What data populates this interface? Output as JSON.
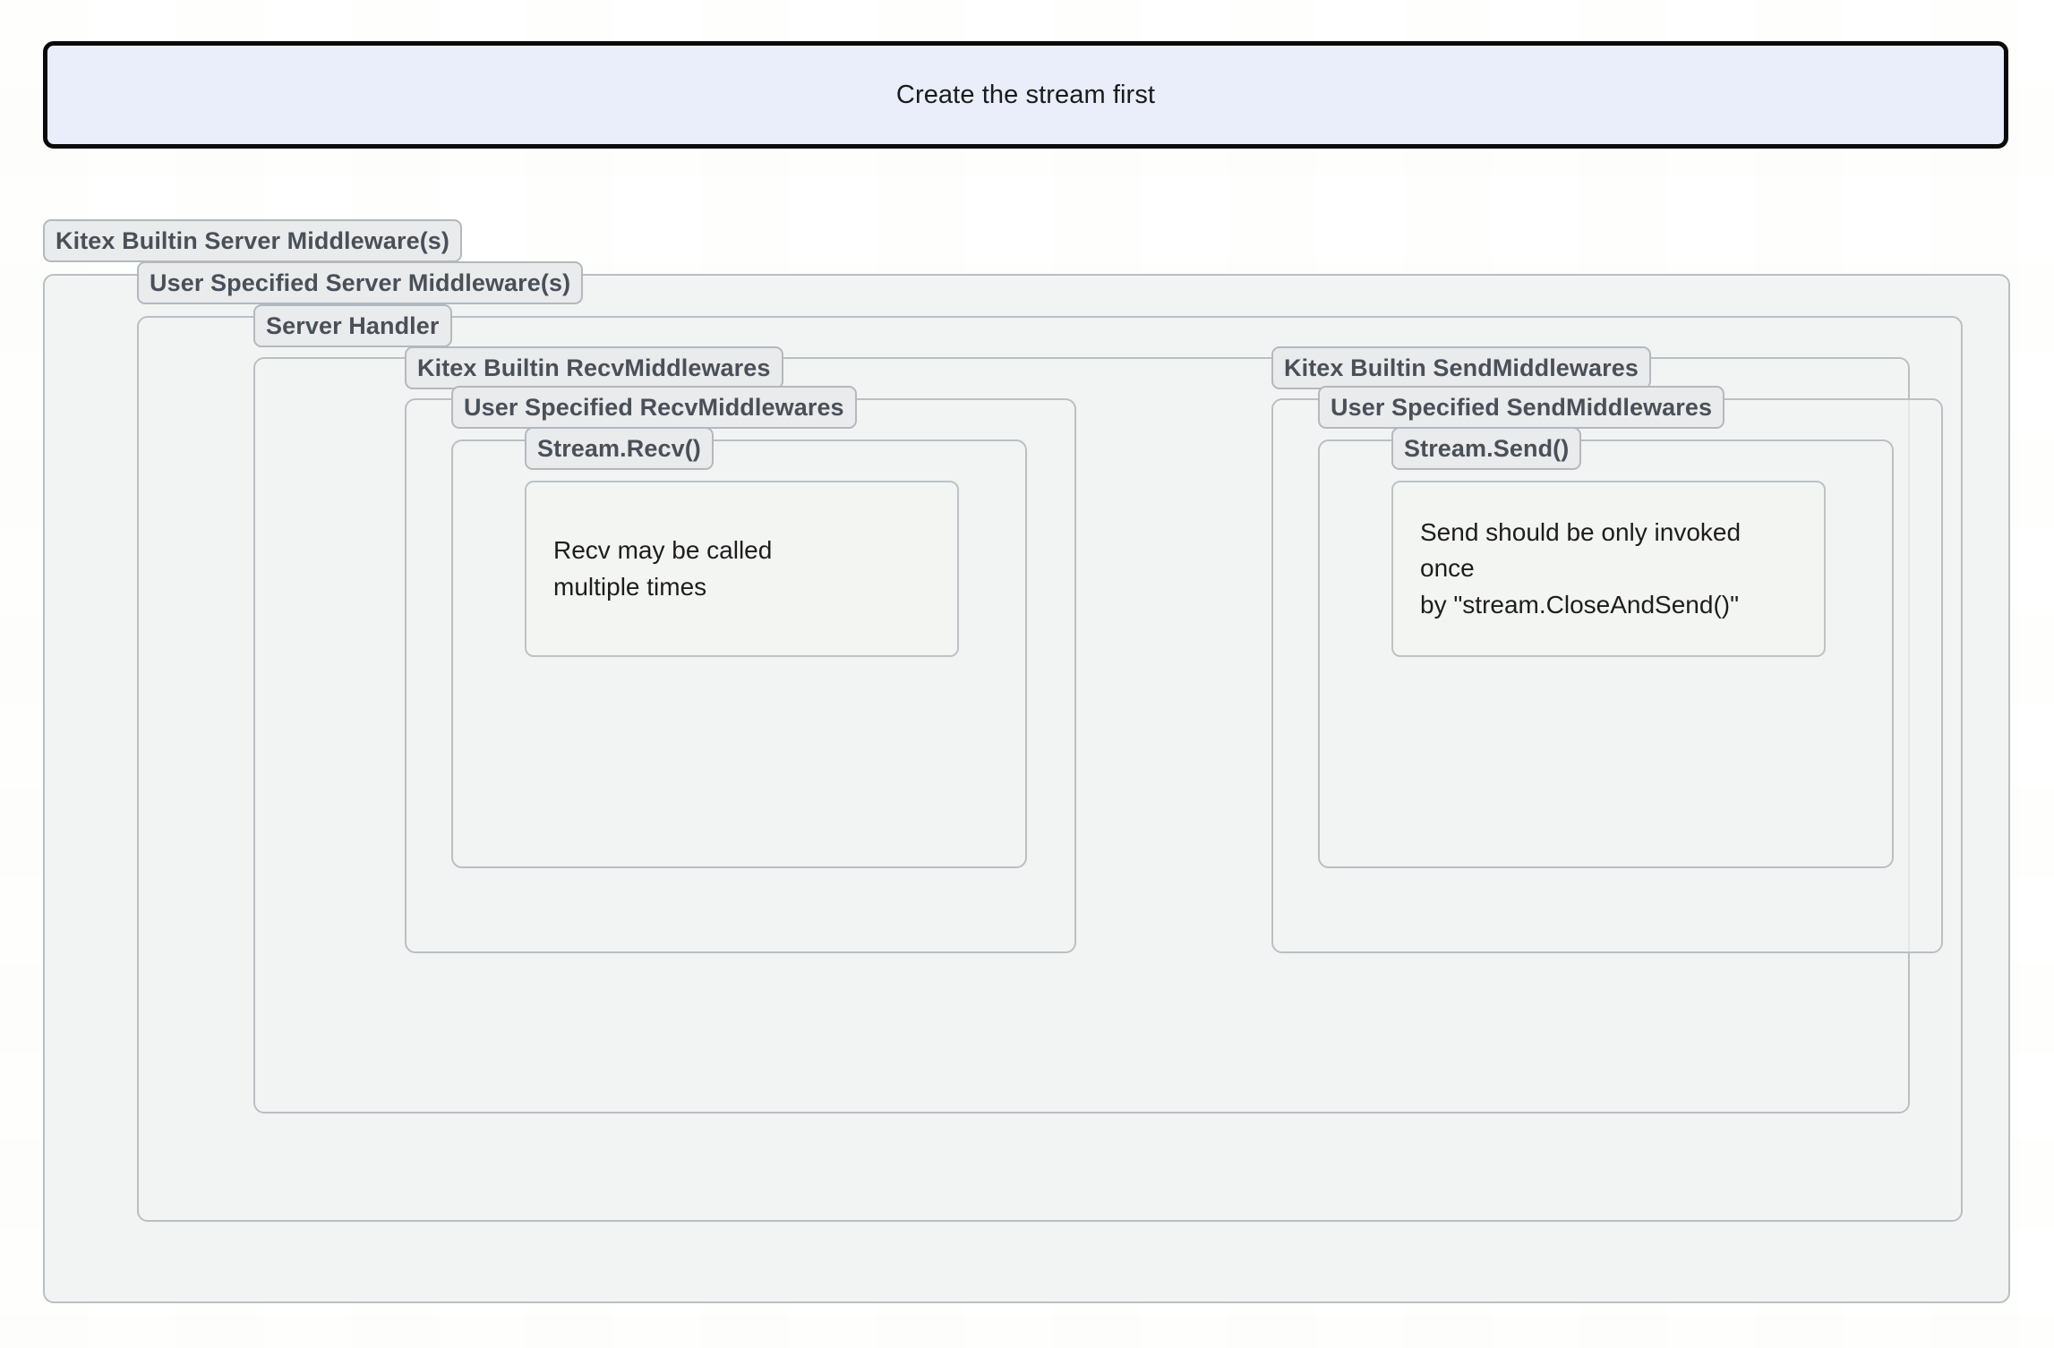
{
  "diagram": {
    "banner": {
      "text": "Create the stream first"
    },
    "groups": [
      {
        "id": "kitex-builtin-server-middleware",
        "label": "Kitex Builtin Server Middleware(s)"
      },
      {
        "id": "user-specified-server-middleware",
        "label": "User Specified Server Middleware(s)"
      },
      {
        "id": "server-handler",
        "label": "Server Handler"
      },
      {
        "id": "kitex-builtin-recv-middlewares",
        "label": "Kitex Builtin RecvMiddlewares"
      },
      {
        "id": "user-specified-recv-middlewares",
        "label": "User Specified RecvMiddlewares"
      },
      {
        "id": "stream-recv",
        "label": "Stream.Recv()"
      },
      {
        "id": "kitex-builtin-send-middlewares",
        "label": "Kitex Builtin SendMiddlewares"
      },
      {
        "id": "user-specified-send-middlewares",
        "label": "User Specified SendMiddlewares"
      },
      {
        "id": "stream-send",
        "label": "Stream.Send()"
      }
    ],
    "notes": {
      "recv": "Recv may be called\nmultiple times",
      "send": "Send should be only invoked once\nby \"stream.CloseAndSend()\""
    },
    "colors": {
      "banner_fill": "#e9eefa",
      "banner_border": "#0a0a0a",
      "group_fill": "#f2f4f3",
      "group_border": "#b9bfc4",
      "chip_fill": "#eaebec",
      "chip_text": "#4a5059",
      "note_text": "#1d1d1d",
      "page_background": "#ffffff"
    }
  }
}
